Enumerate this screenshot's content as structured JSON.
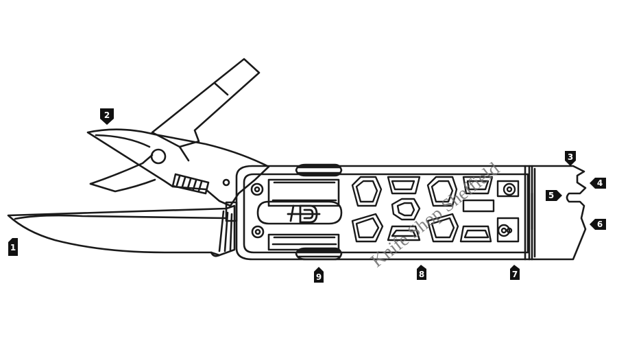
{
  "callouts": [
    {
      "id": "blade",
      "label": "1"
    },
    {
      "id": "scissors",
      "label": "2"
    },
    {
      "id": "pry-tip",
      "label": "3"
    },
    {
      "id": "bottle-opener",
      "label": "4"
    },
    {
      "id": "wire-stripper",
      "label": "5"
    },
    {
      "id": "flat-driver",
      "label": "6"
    },
    {
      "id": "lanyard-hole",
      "label": "7"
    },
    {
      "id": "handle",
      "label": "8"
    },
    {
      "id": "release-button",
      "label": "9"
    }
  ],
  "watermark": "Knife Shop Sheffield",
  "colors": {
    "line": "#1a1a1a",
    "badge": "#111111",
    "watermark": "#6f6f6f"
  }
}
